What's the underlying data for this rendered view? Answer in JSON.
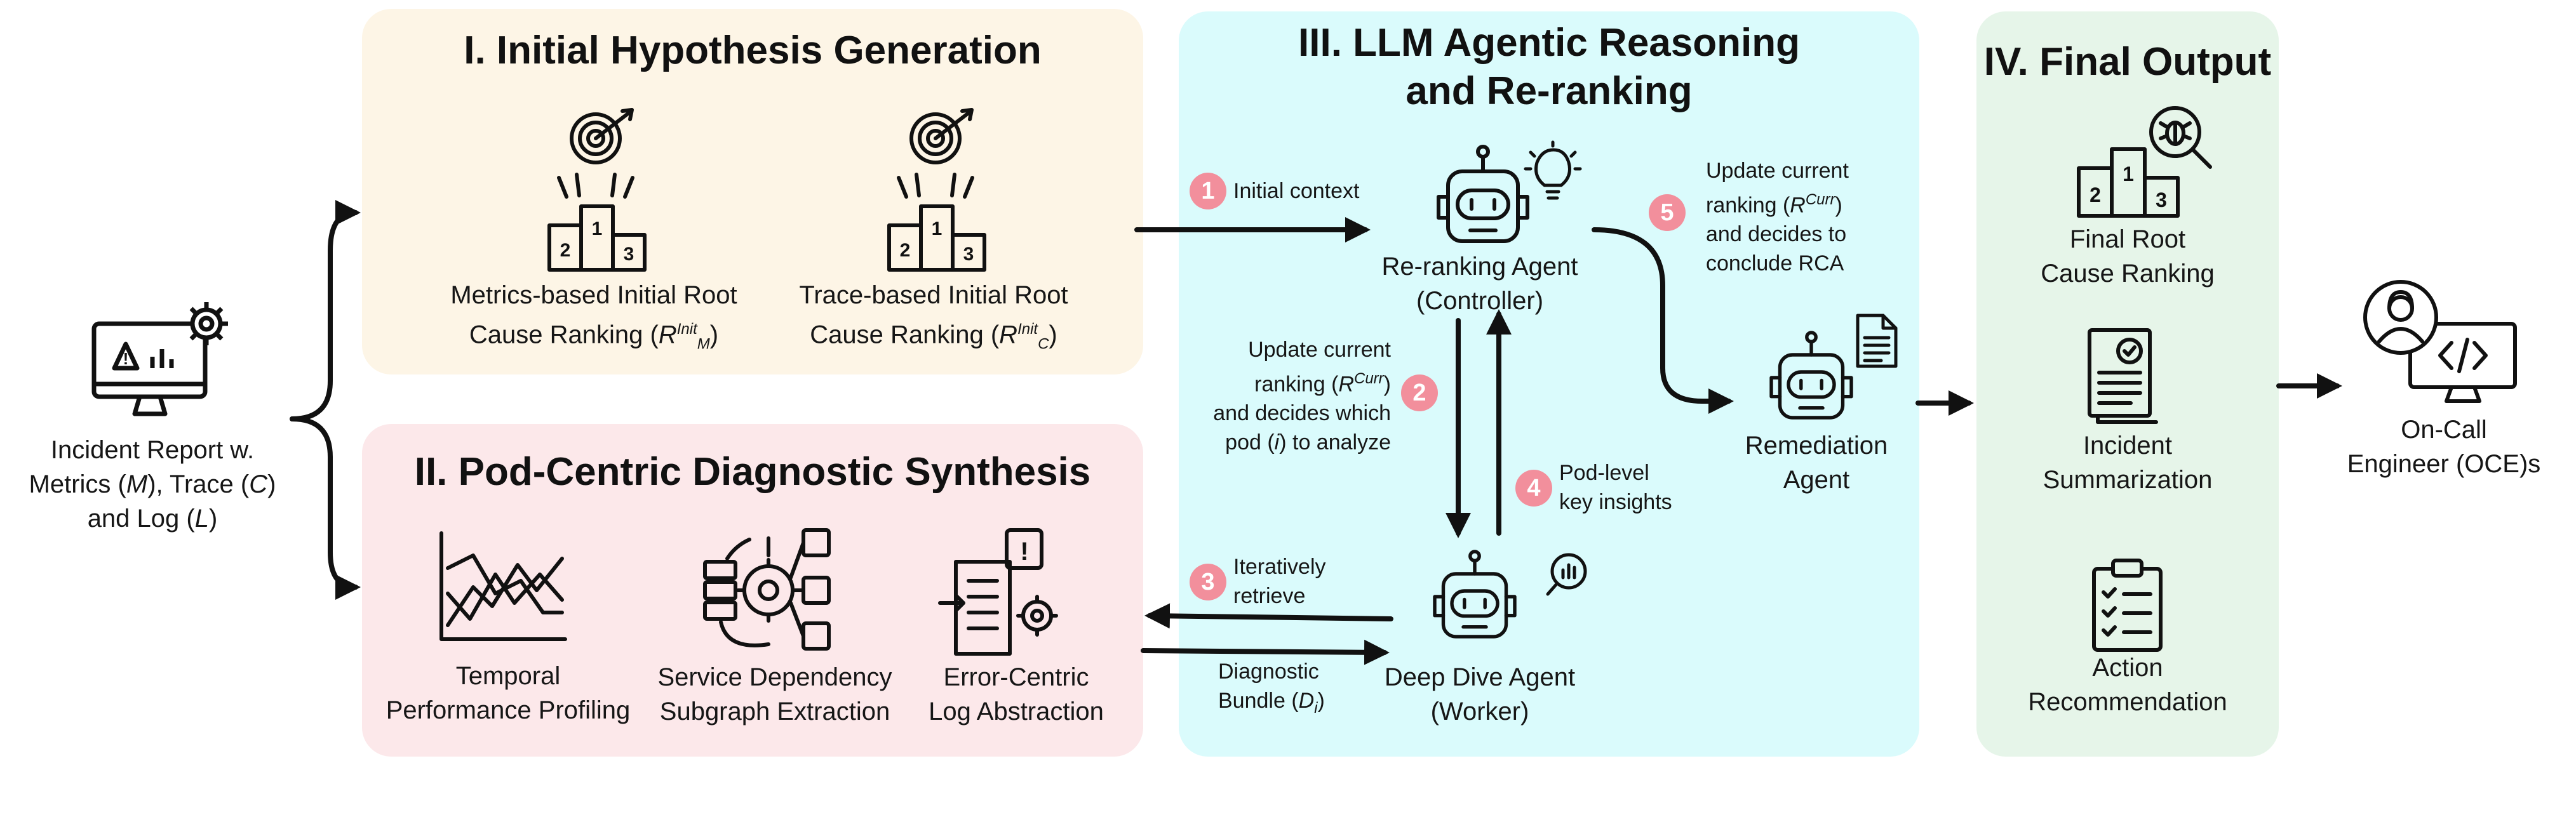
{
  "panels": {
    "initial_hypothesis": {
      "title": "I. Initial Hypothesis Generation",
      "metrics": {
        "line1": "Metrics-based Initial Root",
        "line2": "Cause Ranking (",
        "r": "R",
        "sup": "Init",
        "sub": "M",
        "close": ")"
      },
      "trace": {
        "line1": "Trace-based Initial Root",
        "line2": "Cause Ranking (",
        "r": "R",
        "sup": "Init",
        "sub": "C",
        "close": ")"
      }
    },
    "pod_centric": {
      "title": "II. Pod-Centric Diagnostic Synthesis",
      "temporal": {
        "line1": "Temporal",
        "line2": "Performance Profiling"
      },
      "dependency": {
        "line1": "Service Dependency",
        "line2": "Subgraph Extraction"
      },
      "error": {
        "line1": "Error-Centric",
        "line2": "Log Abstraction"
      }
    },
    "agentic": {
      "title_line1": "III. LLM Agentic Reasoning",
      "title_line2": "and Re-ranking",
      "reranking_agent": {
        "line1": "Re-ranking Agent",
        "line2": "(Controller)"
      },
      "deep_dive_agent": {
        "line1": "Deep Dive Agent",
        "line2": "(Worker)"
      },
      "remediation_agent": {
        "line1": "Remediation",
        "line2": "Agent"
      },
      "steps": {
        "s1": {
          "num": "1",
          "text": "Initial context"
        },
        "s2": {
          "num": "2",
          "line1": "Update current",
          "line2a": "ranking  (",
          "r": "R",
          "sup": "Curr",
          "line2b": ")",
          "line3": "and decides which",
          "line4a": "pod (",
          "i": "i",
          "line4b": ") to analyze"
        },
        "s3": {
          "num": "3",
          "line1": "Iteratively",
          "line2": "retrieve"
        },
        "s4": {
          "num": "4",
          "line1": "Pod-level",
          "line2": "key insights"
        },
        "s5": {
          "num": "5",
          "line1": "Update current",
          "line2a": "ranking (",
          "r": "R",
          "sup": "Curr",
          "line2b": ")",
          "line3": "and decides to",
          "line4": "conclude RCA"
        },
        "bundle": {
          "line1": "Diagnostic",
          "line2a": "Bundle (",
          "d": "D",
          "sub": "i",
          "line2b": ")"
        }
      }
    },
    "final_output": {
      "title": "IV. Final Output",
      "ranking": {
        "line1": "Final Root",
        "line2": "Cause Ranking"
      },
      "summary": {
        "line1": "Incident",
        "line2": "Summarization"
      },
      "action": {
        "line1": "Action",
        "line2": "Recommendation"
      }
    }
  },
  "input": {
    "line1": "Incident Report w.",
    "line2a": "Metrics (",
    "m": "M",
    "line2b": "), Trace (",
    "c": "C",
    "line2c": ")",
    "line3a": "and Log (",
    "l": "L",
    "line3b": ")"
  },
  "output": {
    "line1": "On-Call",
    "line2": "Engineer (OCE)s"
  },
  "colors": {
    "panel1": "#fdf5e6",
    "panel2": "#fce8ea",
    "panel3": "#dafbfc",
    "panel4": "#e6f5e9",
    "step_badge": "#f28f9c",
    "ink": "#111111"
  },
  "icons": [
    "monitor-warning-gear-icon",
    "target-podium-icon",
    "line-chart-icon",
    "server-gear-network-icon",
    "document-gear-alert-icon",
    "robot-icon",
    "lightbulb-icon",
    "magnifier-chart-icon",
    "document-icon",
    "podium-bug-magnifier-icon",
    "certificate-document-icon",
    "checklist-clipboard-icon",
    "engineer-code-monitor-icon"
  ]
}
